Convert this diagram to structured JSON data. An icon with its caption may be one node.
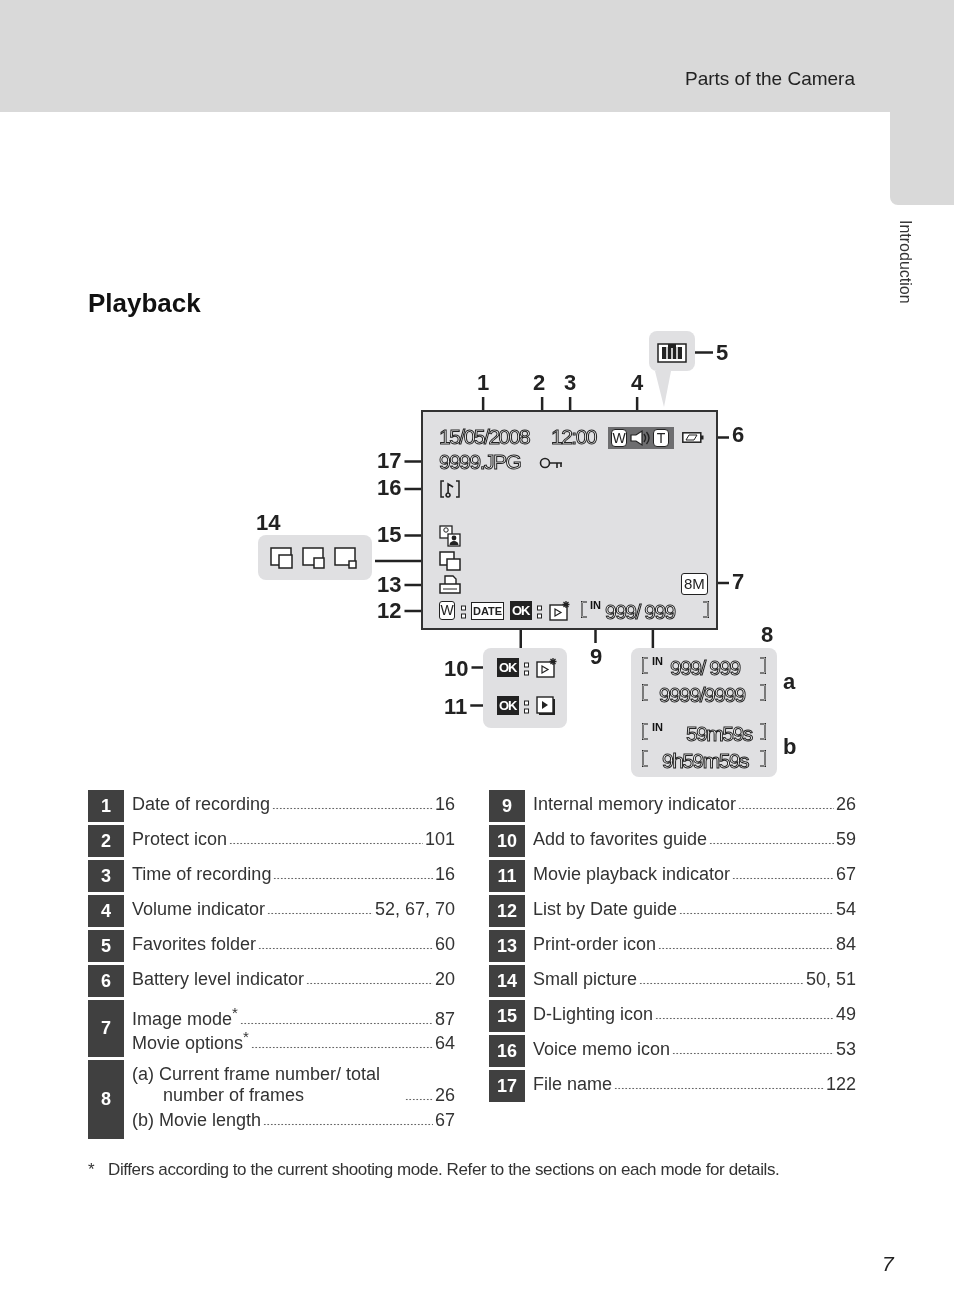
{
  "diagram": {
    "title": "Playback",
    "nodes": [
      {
        "text": [],
        "shape": "box"
      },
      {
        "text": [
          "1"
        ]
      },
      {
        "text": [
          "15/05/2008"
        ],
        "in": 0
      },
      {
        "text": [
          "2"
        ]
      },
      {
        "text": [],
        "shape": "key",
        "in": 0
      },
      {
        "text": [
          "3"
        ]
      },
      {
        "text": [
          "12:00"
        ],
        "in": 0
      },
      {
        "text": [
          "4"
        ]
      },
      {
        "text": [
          "W",
          "T"
        ],
        "in": 0
      },
      {
        "text": [
          "5"
        ]
      },
      {
        "text": [],
        "shape": "box"
      },
      {
        "text": [],
        "shape": "folder",
        "in": 10
      },
      {
        "text": [
          "6"
        ]
      },
      {
        "text": [],
        "shape": "battery",
        "in": 0
      },
      {
        "text": [
          "17"
        ]
      },
      {
        "text": [
          "9999.JPG"
        ],
        "in": 0
      },
      {
        "text": [
          "16"
        ]
      },
      {
        "text": [],
        "shape": "note",
        "in": 0
      },
      {
        "text": [],
        "shape": "box",
        "beside": [
          "14"
        ]
      },
      {
        "text": [
          "15"
        ]
      },
      {
        "text": [],
        "shape": "portrait",
        "in": 0
      },
      {
        "text": [],
        "shape": "squares",
        "in": 0
      },
      {
        "text": [
          "13"
        ]
      },
      {
        "text": [],
        "shape": "printer",
        "in": 0
      },
      {
        "text": [
          "7"
        ]
      },
      {
        "text": [
          "8M"
        ],
        "in": 0
      },
      {
        "text": [
          "12"
        ]
      },
      {
        "text": [
          "W",
          "DATE"
        ],
        "in": 0
      },
      {
        "text": [
          "OK"
        ],
        "in": 0
      },
      {
        "text": [
          "IN"
        ],
        "in": 0
      },
      {
        "text": [
          "999/ 999"
        ],
        "in": 0
      },
      {
        "text": [
          "10"
        ]
      },
      {
        "text": [],
        "shape": "box"
      },
      {
        "text": [
          "OK"
        ],
        "in": 32
      },
      {
        "text": [
          "11"
        ]
      },
      {
        "text": [
          "OK"
        ],
        "in": 32
      },
      {
        "text": [
          "9"
        ]
      },
      {
        "text": [],
        "shape": "box",
        "beside": [
          "8",
          "a",
          "b"
        ]
      },
      {
        "text": [
          "IN"
        ],
        "in": 37
      },
      {
        "text": [
          "999/ 999"
        ],
        "in": 37
      },
      {
        "text": [
          "9999/9999"
        ],
        "in": 37
      },
      {
        "text": [
          "IN"
        ],
        "in": 37
      },
      {
        "text": [
          "59m59s"
        ],
        "in": 37
      },
      {
        "text": [
          "9h59m59s"
        ],
        "in": 37
      }
    ],
    "edges": [
      {
        "from": 1,
        "to": 2,
        "arrow": "none"
      },
      {
        "from": 3,
        "to": 4,
        "arrow": "none"
      },
      {
        "from": 5,
        "to": 6,
        "arrow": "none"
      },
      {
        "from": 7,
        "to": 8,
        "arrow": "none"
      },
      {
        "from": 9,
        "to": 11,
        "arrow": "none"
      },
      {
        "from": 12,
        "to": 13,
        "arrow": "none"
      },
      {
        "from": 14,
        "to": 15,
        "arrow": "none"
      },
      {
        "from": 16,
        "to": 17,
        "arrow": "none"
      },
      {
        "from": 18,
        "to": 21,
        "arrow": "none"
      },
      {
        "from": 19,
        "to": 20,
        "arrow": "none"
      },
      {
        "from": 22,
        "to": 23,
        "arrow": "none"
      },
      {
        "from": 24,
        "to": 25,
        "arrow": "none"
      },
      {
        "from": 26,
        "to": 27,
        "arrow": "none"
      },
      {
        "from": 28,
        "to": 32,
        "arrow": "none"
      },
      {
        "from": 36,
        "to": 29,
        "arrow": "none"
      },
      {
        "from": 30,
        "to": 37,
        "arrow": "none"
      },
      {
        "from": 31,
        "to": 33,
        "arrow": "none"
      },
      {
        "from": 34,
        "to": 35,
        "arrow": "none"
      }
    ],
    "labels": [
      "Parts of the Camera",
      "Introduction",
      "1",
      "Date of recording",
      "16",
      "2",
      "Protect icon",
      "101",
      "3",
      "Time of recording",
      "16",
      "4",
      "Volume indicator",
      "52, 67, 70",
      "5",
      "Favorites folder",
      "60",
      "6",
      "Battery level indicator",
      "20",
      "7",
      "Image mode$^{*}$",
      "87",
      "Movie options$^{*}$",
      "64",
      "8",
      "(a) Current frame number/ total number of frames",
      "26",
      "(b) Movie length",
      "67",
      "9",
      "Internal memory indicator",
      "26",
      "10",
      "Add to favorites guide",
      "59",
      "11",
      "Movie playback indicator",
      "67",
      "12",
      "List by Date guide",
      "54",
      "13",
      "Print-order icon",
      "84",
      "14",
      "Small picture",
      "50, 51",
      "15",
      "D-Lighting icon",
      "49",
      "16",
      "Voice memo icon",
      "53",
      "17",
      "File name",
      "122",
      "*",
      "Differs according to the current shooting mode. Refer to the sections on each mode for details.",
      "7"
    ]
  }
}
